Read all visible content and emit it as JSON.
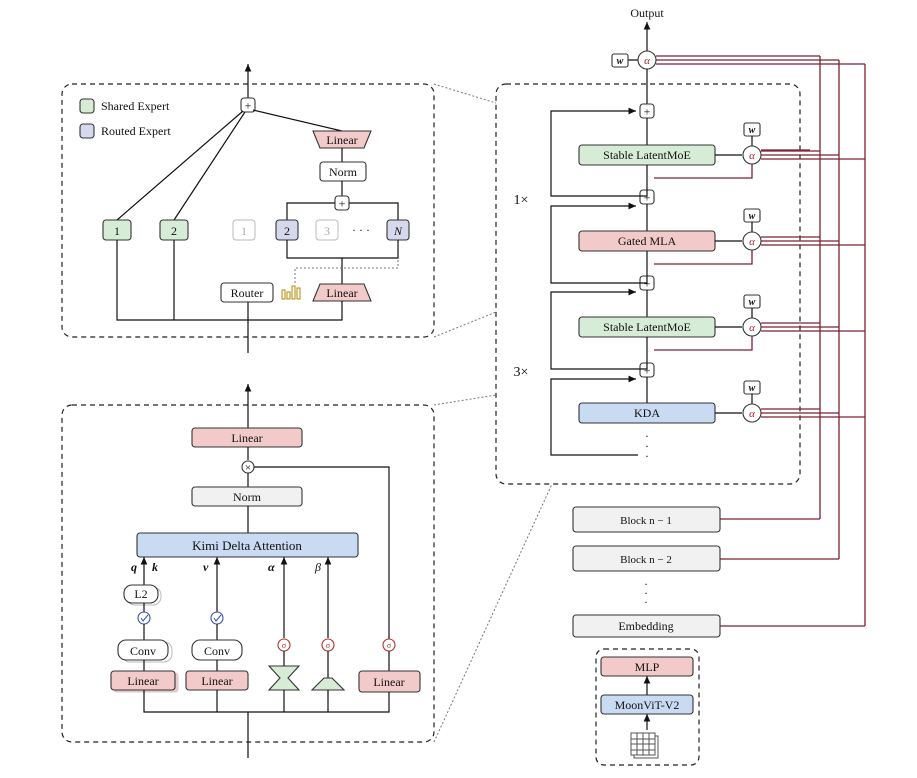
{
  "moe": {
    "legend": [
      "Shared Expert",
      "Routed Expert"
    ],
    "shared_experts": [
      "1",
      "2"
    ],
    "routed_experts": [
      "1",
      "2",
      "3",
      "N"
    ],
    "ellipsis": "· · ·",
    "linear_top": "Linear",
    "norm": "Norm",
    "router": "Router",
    "linear_bottom": "Linear"
  },
  "kda": {
    "linear_out": "Linear",
    "norm": "Norm",
    "attention": "Kimi Delta Attention",
    "inputs": [
      "q",
      "k",
      "v",
      "α",
      "β"
    ],
    "l2": "L2",
    "conv": [
      "Conv",
      "Conv"
    ],
    "linears": [
      "Linear",
      "Linear",
      "Linear"
    ]
  },
  "stack": {
    "output": "Output",
    "w": "w",
    "alpha": "α",
    "repeat_top": "1×",
    "repeat_bottom": "3×",
    "blocks": [
      "Stable LatentMoE",
      "Gated MLA",
      "Stable LatentMoE",
      "KDA"
    ],
    "prev_blocks": [
      "Block n − 1",
      "Block n − 2"
    ],
    "embedding": "Embedding",
    "vision": [
      "MLP",
      "MoonViT-V2"
    ]
  }
}
